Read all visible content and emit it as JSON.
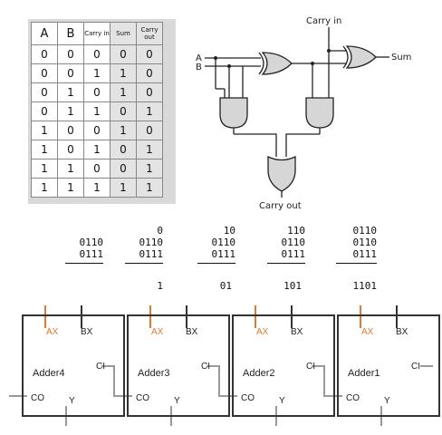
{
  "truth_table": {
    "headers": [
      "A",
      "B",
      "Carry in",
      "Sum",
      "Carry out"
    ],
    "rows": [
      [
        "0",
        "0",
        "0",
        "0",
        "0"
      ],
      [
        "0",
        "0",
        "1",
        "1",
        "0"
      ],
      [
        "0",
        "1",
        "0",
        "1",
        "0"
      ],
      [
        "0",
        "1",
        "1",
        "0",
        "1"
      ],
      [
        "1",
        "0",
        "0",
        "1",
        "0"
      ],
      [
        "1",
        "0",
        "1",
        "0",
        "1"
      ],
      [
        "1",
        "1",
        "0",
        "0",
        "1"
      ],
      [
        "1",
        "1",
        "1",
        "1",
        "1"
      ]
    ]
  },
  "circuit": {
    "carry_in": "Carry in",
    "a": "A",
    "b": "B",
    "sum": "Sum",
    "carry_out": "Carry out"
  },
  "sums": [
    {
      "carry": "",
      "a": "0110",
      "b": "0111",
      "result": ""
    },
    {
      "carry": "0",
      "a": "0110",
      "b": "0111",
      "result": "1"
    },
    {
      "carry": "10",
      "a": "0110",
      "b": "0111",
      "result": "01"
    },
    {
      "carry": "110",
      "a": "0110",
      "b": "0111",
      "result": "101"
    },
    {
      "carry": "0110",
      "a": "0110",
      "b": "0111",
      "result": "1101"
    }
  ],
  "adders": [
    {
      "name": "Adder4",
      "ax": "AX",
      "bx": "BX",
      "ci": "CI",
      "co": "CO",
      "y": "Y"
    },
    {
      "name": "Adder3",
      "ax": "AX",
      "bx": "BX",
      "ci": "CI",
      "co": "CO",
      "y": "Y"
    },
    {
      "name": "Adder2",
      "ax": "AX",
      "bx": "BX",
      "ci": "CI",
      "co": "CO",
      "y": "Y"
    },
    {
      "name": "Adder1",
      "ax": "AX",
      "bx": "BX",
      "ci": "CI",
      "co": "CO",
      "y": "Y"
    }
  ]
}
